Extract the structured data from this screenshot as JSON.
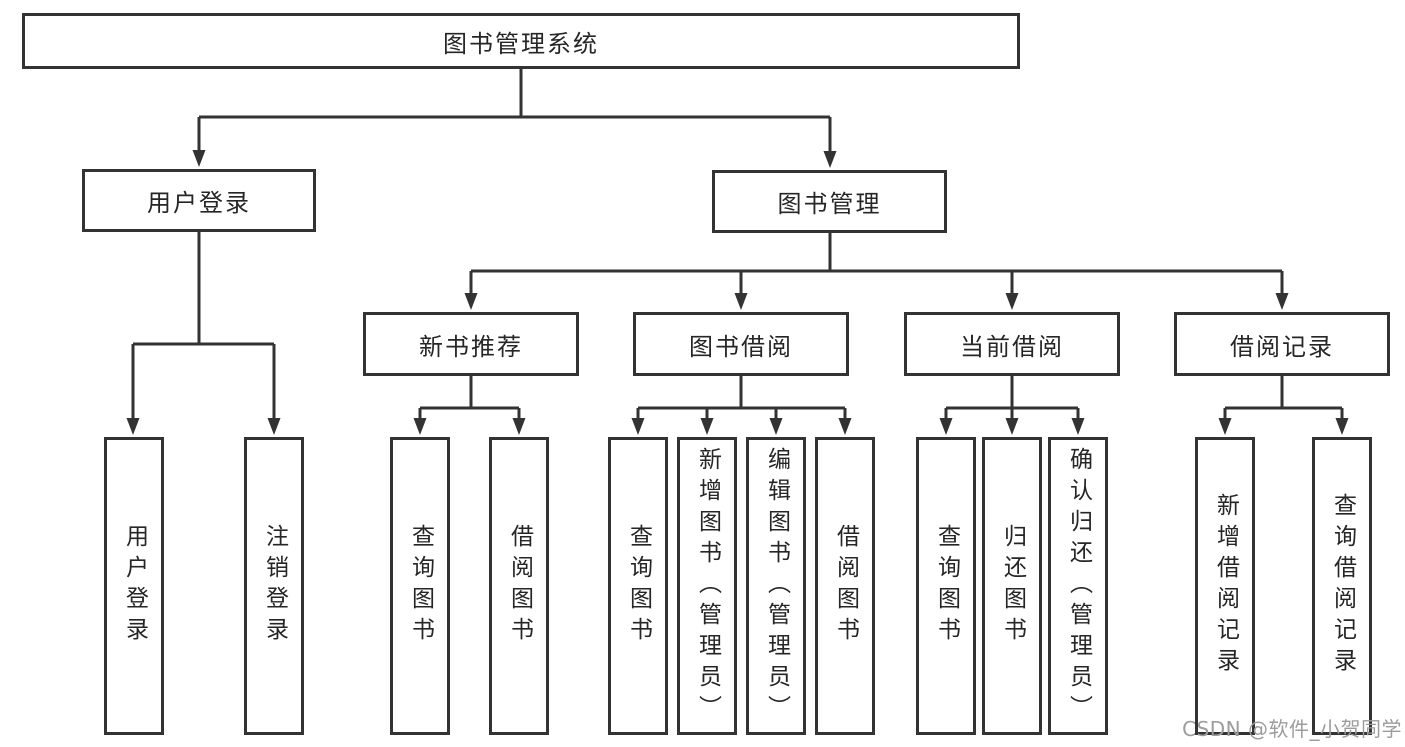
{
  "watermark": {
    "text": "CSDN @软件_小贺同学"
  },
  "colors": {
    "line": "#333333",
    "box_border": "#333333",
    "text": "#262626",
    "watermark": "#9c9c9c",
    "background": "#ffffff"
  },
  "tree": {
    "label": "图书管理系统",
    "children": [
      {
        "label": "用户登录",
        "children": [
          {
            "label": "用户登录"
          },
          {
            "label": "注销登录"
          }
        ]
      },
      {
        "label": "图书管理",
        "children": [
          {
            "label": "新书推荐",
            "children": [
              {
                "label": "查询图书"
              },
              {
                "label": "借阅图书"
              }
            ]
          },
          {
            "label": "图书借阅",
            "children": [
              {
                "label": "查询图书"
              },
              {
                "label": "新增图书（管理员）"
              },
              {
                "label": "编辑图书（管理员）"
              },
              {
                "label": "借阅图书"
              }
            ]
          },
          {
            "label": "当前借阅",
            "children": [
              {
                "label": "查询图书"
              },
              {
                "label": "归还图书"
              },
              {
                "label": "确认归还（管理员）"
              }
            ]
          },
          {
            "label": "借阅记录",
            "children": [
              {
                "label": "新增借阅记录"
              },
              {
                "label": "查询借阅记录"
              }
            ]
          }
        ]
      }
    ]
  }
}
